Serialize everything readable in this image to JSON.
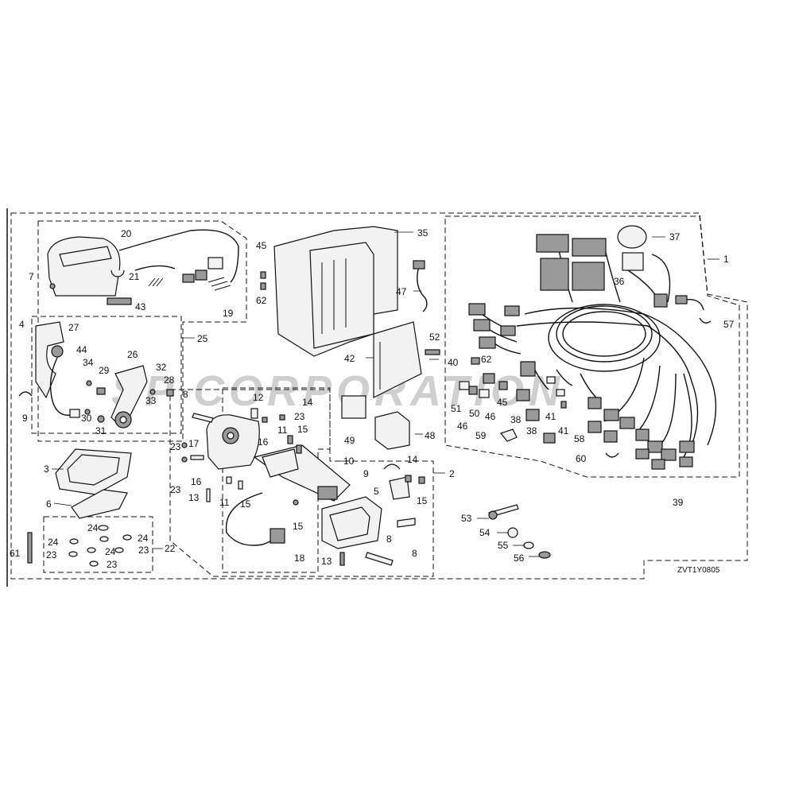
{
  "watermark": "SP CORPORATION",
  "diagram_code": "ZVT1Y0805",
  "callouts": [
    "1",
    "2",
    "3",
    "4",
    "5",
    "6",
    "7",
    "8",
    "8",
    "8",
    "9",
    "9",
    "10",
    "11",
    "11",
    "12",
    "13",
    "13",
    "14",
    "14",
    "15",
    "15",
    "15",
    "15",
    "16",
    "16",
    "17",
    "18",
    "19",
    "20",
    "21",
    "22",
    "23",
    "23",
    "23",
    "23",
    "23",
    "23",
    "24",
    "24",
    "24",
    "24",
    "25",
    "26",
    "27",
    "28",
    "29",
    "30",
    "31",
    "32",
    "33",
    "34",
    "35",
    "36",
    "37",
    "38",
    "38",
    "39",
    "40",
    "41",
    "41",
    "42",
    "43",
    "44",
    "45",
    "45",
    "46",
    "46",
    "47",
    "48",
    "49",
    "50",
    "51",
    "52",
    "53",
    "54",
    "55",
    "56",
    "57",
    "58",
    "59",
    "60",
    "61",
    "62",
    "62"
  ]
}
